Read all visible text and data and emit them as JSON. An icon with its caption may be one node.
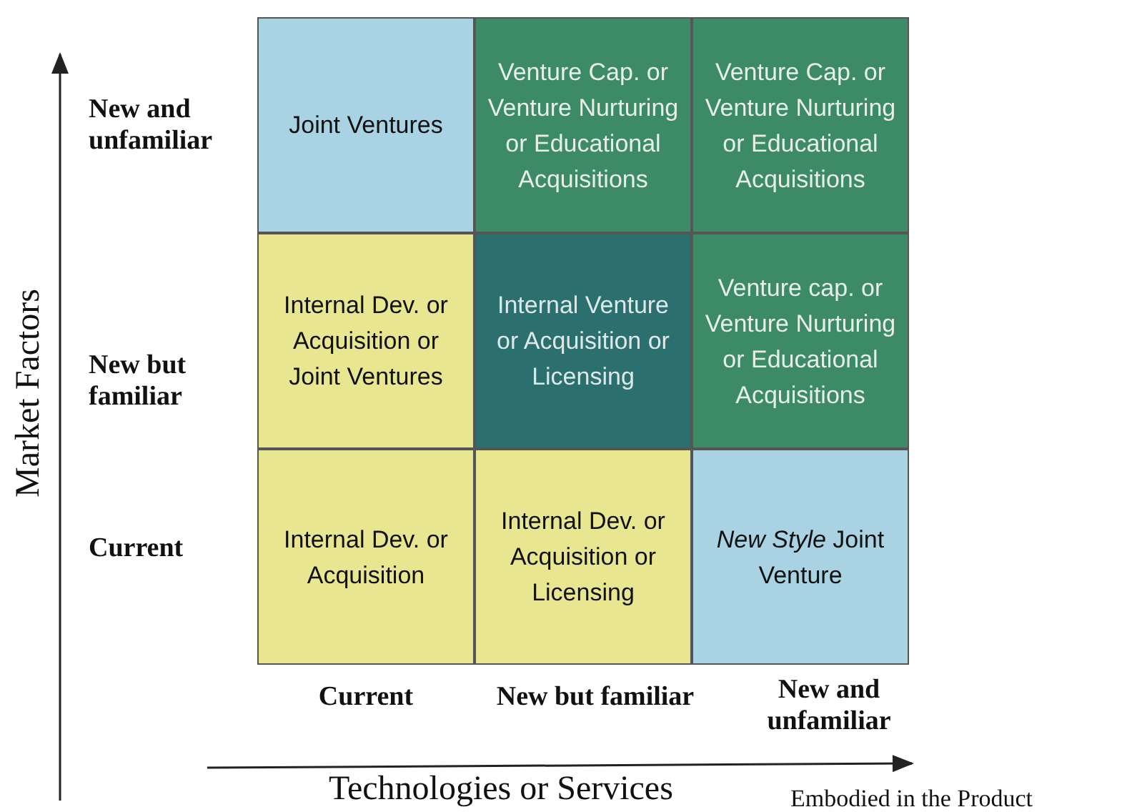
{
  "diagram": {
    "nodes": [
      {
        "text": [
          "Joint Ventures"
        ]
      },
      {
        "text": [
          "Venture Cap. or Venture Nurturing or Educational Acquisitions"
        ]
      },
      {
        "text": [
          "Venture Cap. or Venture Nurturing or Educational Acquisitions"
        ]
      },
      {
        "text": [
          "Internal Dev. or Acquisition or Joint Ventures"
        ]
      },
      {
        "text": [
          "Internal Venture or Acquisition or Licensing"
        ]
      },
      {
        "text": [
          "Venture cap. or Venture Nurturing or Educational Acquisitions"
        ]
      },
      {
        "text": [
          "Internal Dev. or Acquisition"
        ]
      },
      {
        "text": [
          "Internal Dev. or Acquisition or Licensing"
        ]
      },
      {
        "text": [
          "*New Style* Joint Venture"
        ]
      }
    ],
    "labels": [
      "Market Factors",
      "New and unfamiliar",
      "New but familiar",
      "Current",
      "Current",
      "New but familiar",
      "New and unfamiliar",
      "Technologies or Services",
      "Embodied in the Product"
    ]
  }
}
